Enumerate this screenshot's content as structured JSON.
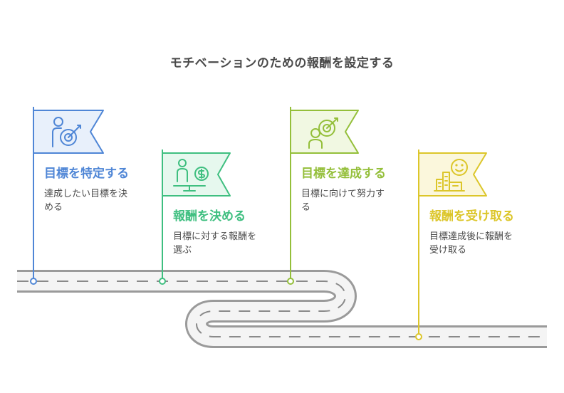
{
  "title": "モチベーションのための報酬を設定する",
  "steps": [
    {
      "title": "目標を特定する",
      "desc_lines": [
        "達成したい目標を決",
        "める"
      ],
      "icon": "person-with-target-icon",
      "color": "#4f86d6",
      "flag_fill": "#e8f0fb"
    },
    {
      "title": "報酬を決める",
      "desc_lines": [
        "目標に対する報酬を",
        "選ぶ"
      ],
      "icon": "person-with-coin-scale-icon",
      "color": "#3fbf80",
      "flag_fill": "#e6f8ee"
    },
    {
      "title": "目標を達成する",
      "desc_lines": [
        "目標に向けて努力す",
        "る"
      ],
      "icon": "person-with-dartboard-icon",
      "color": "#94bf3a",
      "flag_fill": "#f1f8e2"
    },
    {
      "title": "報酬を受け取る",
      "desc_lines": [
        "目標達成後に報酬を",
        "受け取る"
      ],
      "icon": "smiling-sun-over-buildings-icon",
      "color": "#dcc62a",
      "flag_fill": "#fbf7dc"
    }
  ]
}
